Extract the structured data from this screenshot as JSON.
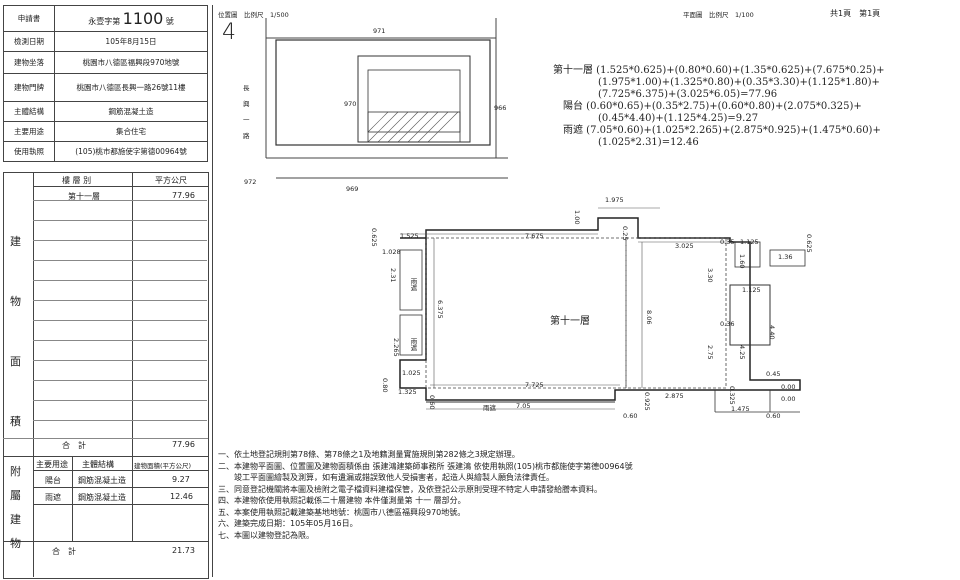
{
  "header": {
    "application_no_label": "申請書",
    "application_no_prefix": "永壹字第",
    "application_no": "1100",
    "application_no_suffix": "號",
    "survey_date_label": "檢測日期",
    "survey_date": "105年8月15日",
    "location_label": "建物坐落",
    "location": "桃園市八德區福興段970地號",
    "address_label": "建物門牌",
    "address": "桃園市八德區長興一路26號11樓",
    "structure_label": "主體結構",
    "structure": "鋼筋混凝土造",
    "usage_label": "主要用途",
    "usage": "集合住宅",
    "permit_label": "使用執照",
    "permit": "(105)桃市都施使字第德00964號"
  },
  "area_table": {
    "side_chars": [
      "建",
      "物",
      "面",
      "積"
    ],
    "col_floor": "樓 層 別",
    "col_area": "平方公尺",
    "rows": [
      {
        "floor": "第十一層",
        "area": "77.96"
      }
    ],
    "total_label": "合　計",
    "total": "77.96"
  },
  "annex_table": {
    "side_chars": [
      "附",
      "屬",
      "建",
      "物"
    ],
    "col_usage": "主要用途",
    "col_struct": "主體結構",
    "col_area": "建物面積(平方公尺)",
    "rows": [
      {
        "usage": "陽台",
        "struct": "鋼筋混凝土造",
        "area": "9.27"
      },
      {
        "usage": "雨遮",
        "struct": "鋼筋混凝土造",
        "area": "12.46"
      }
    ],
    "total_label": "合　計",
    "total": "21.73"
  },
  "site_plan": {
    "title": "位置圖　比例尺　1/500",
    "north": "4",
    "road_chars": [
      "長",
      "興",
      "一",
      "路"
    ],
    "lot_971": "971",
    "lot_970": "970",
    "lot_966": "966",
    "lot_972": "972",
    "lot_969": "969"
  },
  "floor_plan": {
    "scale": "平面圖　比例尺　1/100",
    "page": "共1頁　第1頁",
    "floor_label": "第十一層",
    "canopy_label": "雨遮",
    "dims": {
      "d1975": "1.975",
      "d100": "1.00",
      "d1525": "1.525",
      "d7675": "7.675",
      "d025": "0.25",
      "d3025": "3.025",
      "d035": "0.35",
      "d1125": "1.125",
      "d0625": "0.625",
      "d136": "1.36",
      "d1028": "1.028",
      "d231": "2.31",
      "d0625b": "0.625",
      "d6375": "6.375",
      "d806": "8.06",
      "d330": "3.30",
      "d160": "1.60",
      "d1125b": "1.125",
      "d036": "0.36",
      "d440": "4.40",
      "d2265": "2.265",
      "d275": "2.75",
      "d425": "4.25",
      "d1025": "1.025",
      "d7725": "7.725",
      "d045": "0.45",
      "d080": "0.80",
      "d1325": "1.325",
      "d060": "0.60",
      "d2875": "2.875",
      "d1475": "1.475",
      "d0925": "0.925",
      "d705": "7.05",
      "d060b": "0.60",
      "d060c": "0.60",
      "d000": "0.00",
      "d000b": "0.00",
      "d0325": "0.325"
    }
  },
  "calc": {
    "floor": "第十一層 (1.525*0.625)+(0.80*0.60)+(1.35*0.625)+(7.675*0.25)+",
    "floor2": "(1.975*1.00)+(1.325*0.80)+(0.35*3.30)+(1.125*1.80)+",
    "floor3": "(7.725*6.375)+(3.025*6.05)=77.96",
    "balcony": "陽台 (0.60*0.65)+(0.35*2.75)+(0.60*0.80)+(2.075*0.325)+",
    "balcony2": "(0.45*4.40)+(1.125*4.25)=9.27",
    "canopy": "雨遮 (7.05*0.60)+(1.025*2.265)+(2.875*0.925)+(1.475*0.60)+",
    "canopy2": "(1.025*2.31)=12.46"
  },
  "notes": [
    "一、依土地登記規則第78條、第78條之1及地籍測量實施規則第282條之3規定辦理。",
    "二、本建物平面圖、位置圖及建物面積係由 張建鴻建築師事務所 張建鴻 依使用執照(105)桃市都施使字第德00964號",
    "　　竣工平面圖繪製及測算，如有遺漏或錯誤致他人受損害者，起造人與繪製人願負法律責任。",
    "三、同意登記機關將本圖及檢附之電子檔資料建檔保管，及依登記公示原則受理不特定人申請發給謄本資料。",
    "四、本建物依使用執照記載係二十層建物 本件僅測量第 十一 層部分。",
    "五、本案使用執照記載建築基地地號：桃園市八德區福興段970地號。",
    "六、建築完成日期：105年05月16日。",
    "七、本圖以建物登記為限。"
  ]
}
